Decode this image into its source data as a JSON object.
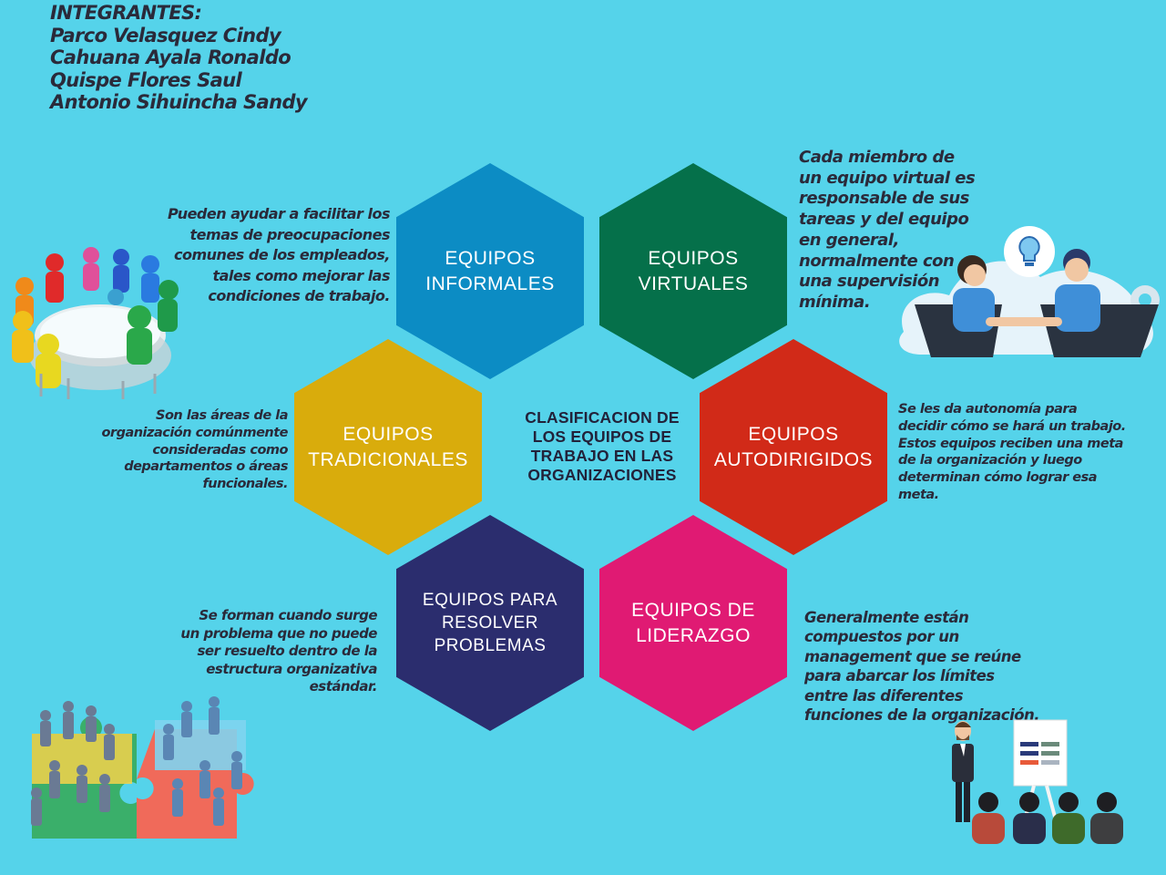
{
  "members": {
    "heading": "INTEGRANTES:",
    "names": [
      "Parco Velasquez Cindy",
      "Cahuana Ayala Ronaldo",
      "Quispe Flores Saul",
      "Antonio Sihuincha Sandy"
    ]
  },
  "center_title": "CLASIFICACION DE LOS EQUIPOS DE TRABAJO EN LAS ORGANIZACIONES",
  "hexagons": {
    "informales": {
      "label": "EQUIPOS INFORMALES",
      "color": "#0c8cc4"
    },
    "virtuales": {
      "label": "EQUIPOS VIRTUALES",
      "color": "#05704a"
    },
    "tradicionales": {
      "label": "EQUIPOS TRADICIONALES",
      "color": "#d9ac0c"
    },
    "autodirigidos": {
      "label": "EQUIPOS AUTODIRIGIDOS",
      "color": "#d12a18"
    },
    "problemas": {
      "label": "EQUIPOS PARA RESOLVER PROBLEMAS",
      "color": "#2b2d6e"
    },
    "liderazgo": {
      "label": "EQUIPOS DE LIDERAZGO",
      "color": "#e01a73"
    }
  },
  "descriptions": {
    "informales": "Pueden ayudar a facilitar los temas de preocupaciones comunes de los empleados, tales como mejorar las condiciones de trabajo.",
    "virtuales": "Cada miembro de un equipo virtual es responsable de sus tareas y del equipo en general, normalmente con una supervisión mínima.",
    "tradicionales": "Son las áreas de la organización comúnmente consideradas como departamentos o áreas funcionales.",
    "autodirigidos": "Se les da autonomía para decidir cómo se hará un trabajo. Estos equipos reciben una meta de la organización y luego determinan cómo lograr esa meta.",
    "problemas": "Se forman cuando surge un problema que no puede ser resuelto dentro de la estructura organizativa estándar.",
    "liderazgo": "Generalmente están compuestos por un management que se reúne para abarcar los límites entre las diferentes funciones de la organización."
  }
}
